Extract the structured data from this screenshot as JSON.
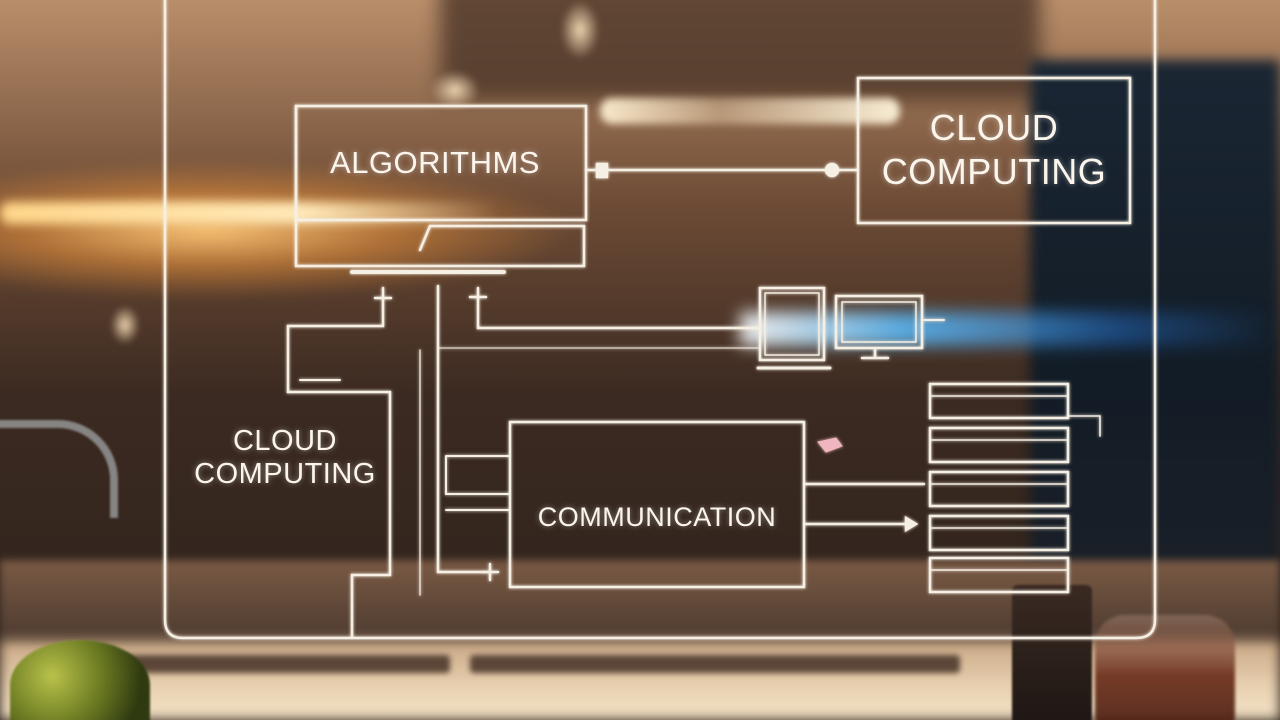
{
  "diagram": {
    "nodes": {
      "algorithms": "ALGORITHMS",
      "cloud_top_line1": "CLOUD",
      "cloud_top_line2": "COMPUTING",
      "cloud_left_line1": "CLOUD",
      "cloud_left_line2": "COMPUTING",
      "communication": "COMMUNICATION"
    },
    "icons": [
      "laptop-icon",
      "monitor-icon",
      "server-stack-icon"
    ]
  },
  "colors": {
    "line": "#f6efe4",
    "beam": "#5ab8ff",
    "warm_light": "#ffd68a"
  }
}
